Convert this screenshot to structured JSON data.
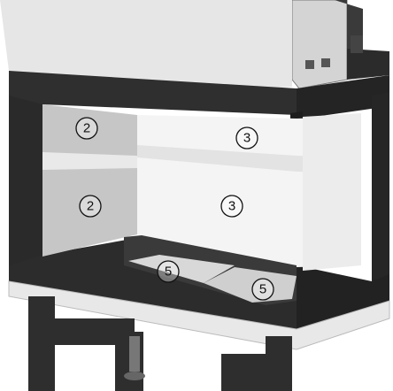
{
  "image_kind": "fireplace-insert-diagram",
  "callouts": [
    {
      "id": "panel-left-top",
      "label": "2"
    },
    {
      "id": "panel-left-bottom",
      "label": "2"
    },
    {
      "id": "panel-back-top",
      "label": "3"
    },
    {
      "id": "panel-back-bottom",
      "label": "3"
    },
    {
      "id": "floor-plate-left",
      "label": "5"
    },
    {
      "id": "floor-plate-right",
      "label": "5"
    }
  ],
  "colors": {
    "frame": "#2e2e2e",
    "frame_dark": "#1c1c1c",
    "hood": "#d9d9d9",
    "left_panel": "#c8c8c8",
    "back_panel": "#f2f2f2",
    "stand": "#3a3a3a"
  }
}
